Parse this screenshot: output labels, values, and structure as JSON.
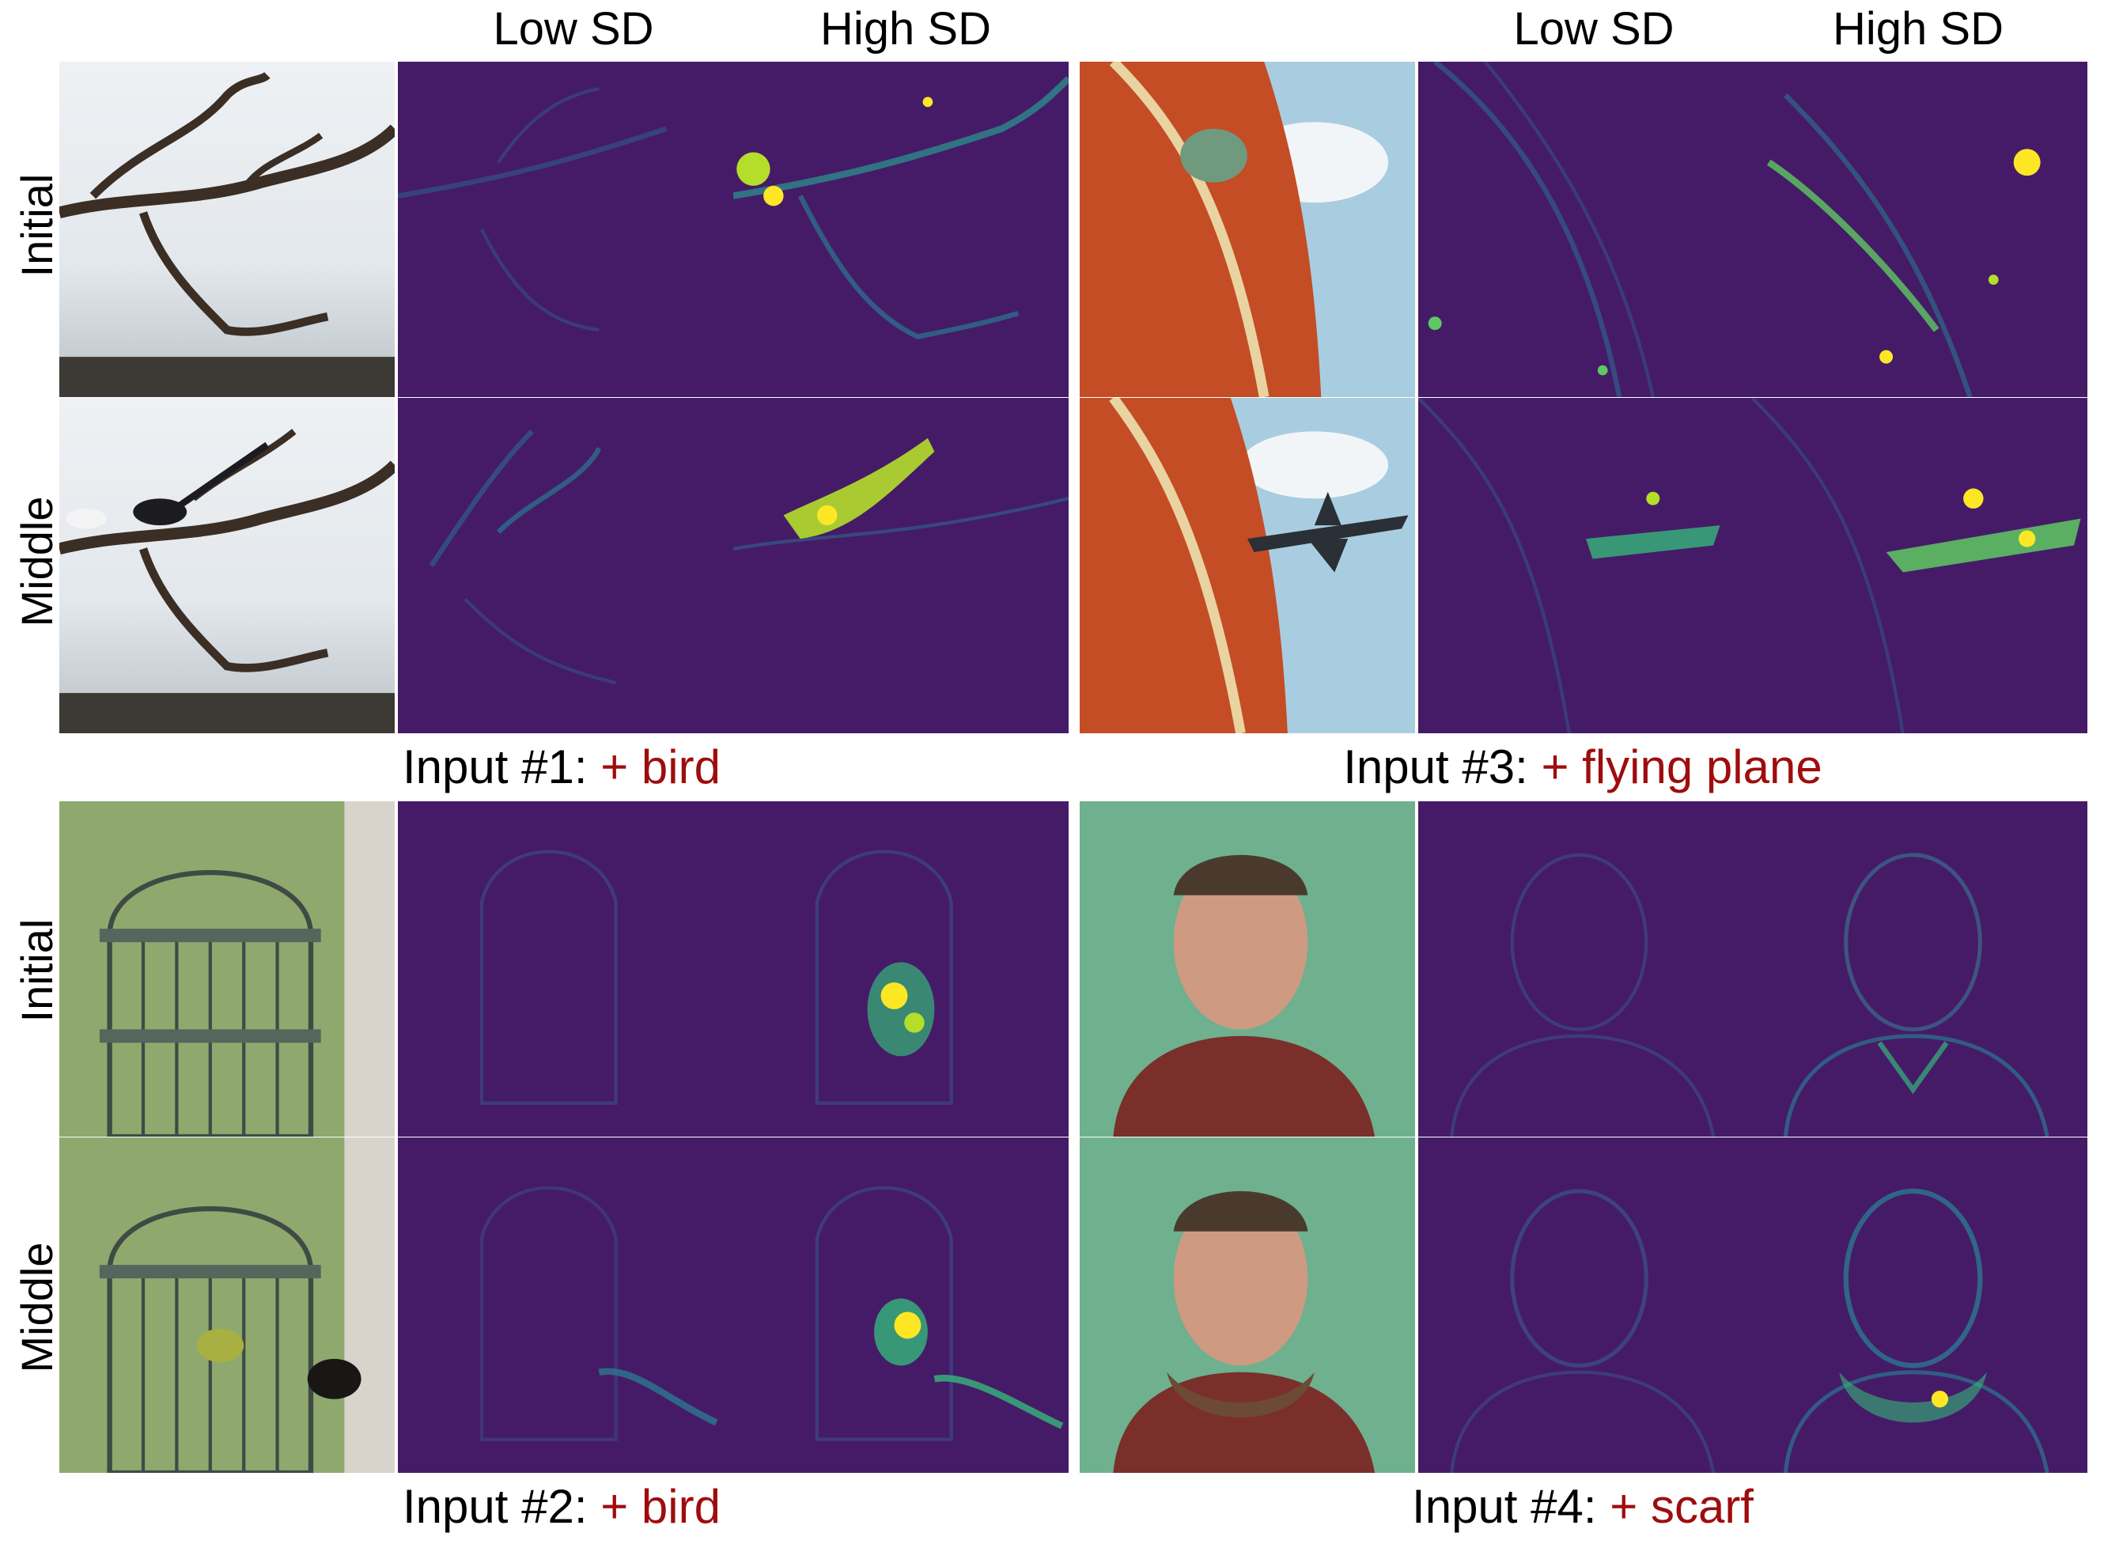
{
  "columns": {
    "low": "Low SD",
    "high": "High SD"
  },
  "rows": {
    "initial": "Initial",
    "middle": "Middle"
  },
  "inputs": [
    {
      "label": "Input #1:",
      "edit": "+ bird"
    },
    {
      "label": "Input #2:",
      "edit": "+ bird"
    },
    {
      "label": "Input #3:",
      "edit": "+ flying plane"
    },
    {
      "label": "Input #4:",
      "edit": "+ scarf"
    }
  ],
  "colors": {
    "edit_text": "#9e0d0d",
    "heatmap_bg": "#451b68",
    "heatmap_hot": "#fde725"
  }
}
